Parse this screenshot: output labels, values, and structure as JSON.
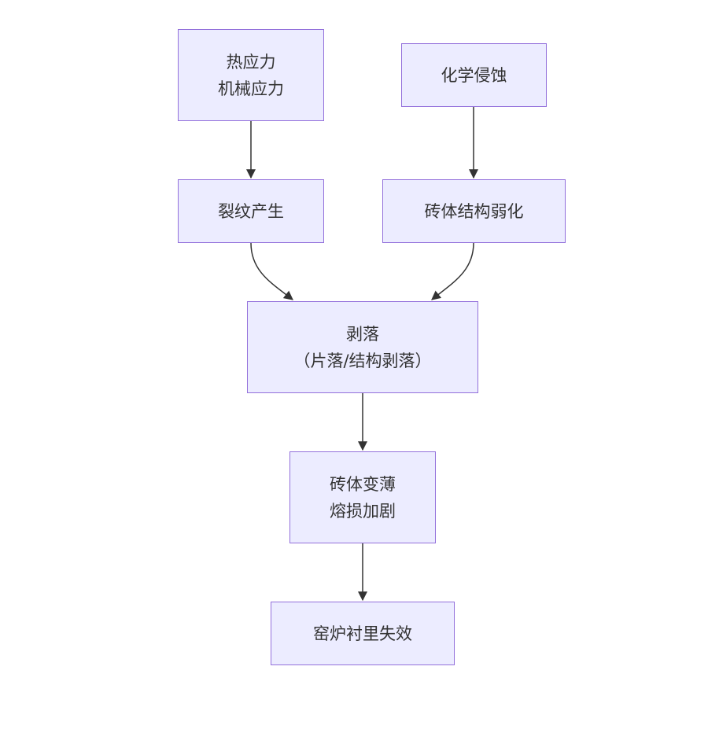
{
  "nodes": {
    "stress": {
      "line1": "热应力",
      "line2": "机械应力"
    },
    "chem": {
      "line1": "化学侵蚀"
    },
    "crack": {
      "line1": "裂纹产生"
    },
    "weaken": {
      "line1": "砖体结构弱化"
    },
    "spall": {
      "line1": "剥落",
      "line2": "（片落/结构剥落）"
    },
    "thin": {
      "line1": "砖体变薄",
      "line2": "熔损加剧"
    },
    "fail": {
      "line1": "窑炉衬里失效"
    }
  },
  "edges": [
    {
      "from": "stress",
      "to": "crack"
    },
    {
      "from": "chem",
      "to": "weaken"
    },
    {
      "from": "crack",
      "to": "spall"
    },
    {
      "from": "weaken",
      "to": "spall"
    },
    {
      "from": "spall",
      "to": "thin"
    },
    {
      "from": "thin",
      "to": "fail"
    }
  ],
  "colors": {
    "node_fill": "#ECECFF",
    "node_border": "#9370DB",
    "edge": "#333333",
    "text": "#333333"
  }
}
